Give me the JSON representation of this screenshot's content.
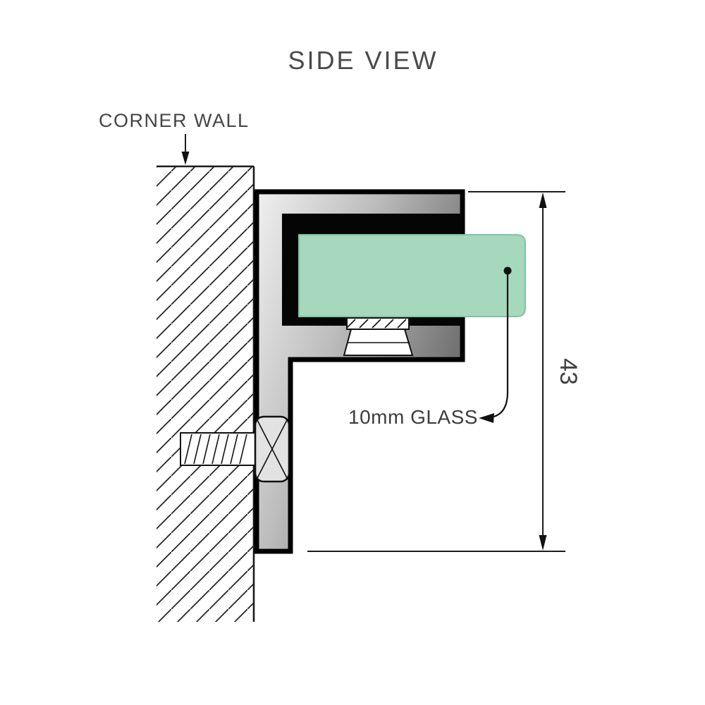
{
  "diagram": {
    "title": "SIDE VIEW",
    "labels": {
      "corner_wall": "CORNER WALL",
      "glass_callout": "10mm GLASS",
      "dimension_value": "43"
    },
    "colors": {
      "glass_fill": "#a5d8bc",
      "glass_stroke": "#82c2a2",
      "bracket_light": "#f0f0f0",
      "bracket_mid": "#bdbdbd",
      "bracket_dark": "#686868",
      "outline": "#000000",
      "line": "#1c1c1c",
      "text": "#4a4a4a"
    }
  }
}
